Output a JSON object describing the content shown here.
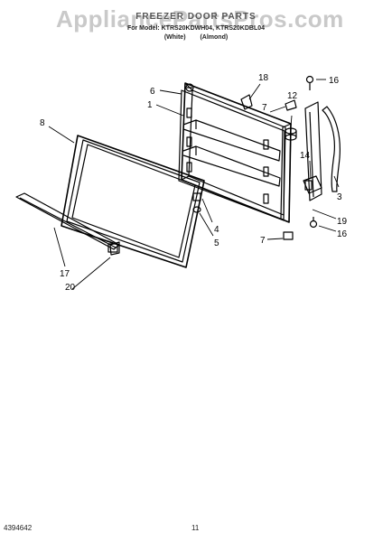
{
  "header": {
    "watermark": "AppliancePartsPros.com",
    "title": "FREEZER DOOR PARTS",
    "subtitle": "For Model: KTRS20KDWH04, KTRS20KDBL04",
    "subtitle2": "(White)  (Almond)"
  },
  "callouts": {
    "c1": "1",
    "c3": "3",
    "c4": "4",
    "c5": "5",
    "c6": "6",
    "c7a": "7",
    "c7b": "7",
    "c8": "8",
    "c12": "12",
    "c14": "14",
    "c16a": "16",
    "c16b": "16",
    "c17": "17",
    "c18": "18",
    "c19": "19",
    "c20": "20"
  },
  "footer": {
    "doc_number": "4394642",
    "page_number": "11"
  }
}
